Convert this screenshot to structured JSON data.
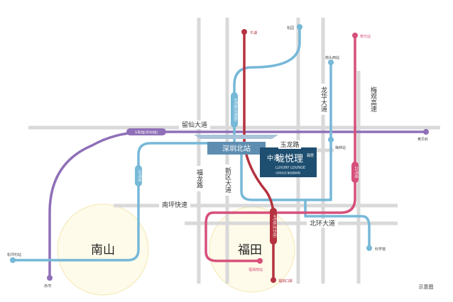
{
  "roads": {
    "liuxian": "留仙大道",
    "yulong": "玉龙路",
    "fulong": "福龙路",
    "xinqu": "新区大道",
    "nanping": "南坪快速",
    "beihuan": "北环大道",
    "longhua": "龙华大道",
    "meiguan": "梅观高速"
  },
  "districts": {
    "nanshan": "南山",
    "futian": "福田"
  },
  "hub": {
    "name": "深圳北站"
  },
  "project": {
    "logo_left": "中海",
    "name": "珑悦理",
    "tag": "LUXURY LOUNGE",
    "suffix": "驿居",
    "sub": "(深圳北站·福龙路南端)"
  },
  "stations": {
    "niuhu": "牛湖",
    "songyuan": "松园",
    "liguang": "黎光站",
    "nantouxi": "南头西站",
    "huangbeiling": "黄贝岭",
    "futianaoan": "福田口岸",
    "fubaonan": "福保南站",
    "songpingcun": "松坪村站",
    "chiwan": "赤湾",
    "kexueguan": "科学馆",
    "meilin": "梅林站"
  },
  "lines": {
    "line5": "5号线(环中线)",
    "line4": "4号线(龙华线)",
    "line10": "10号线",
    "line22": "22号线",
    "line6": "6号线(光明线)"
  },
  "hint": "示意图",
  "colors": {
    "purple": "#8f6fb8",
    "red": "#b5323f",
    "blue": "#76b8d8",
    "pink": "#d6507a",
    "hubfill": "#5e8db1",
    "logofill": "#1f4f70"
  }
}
